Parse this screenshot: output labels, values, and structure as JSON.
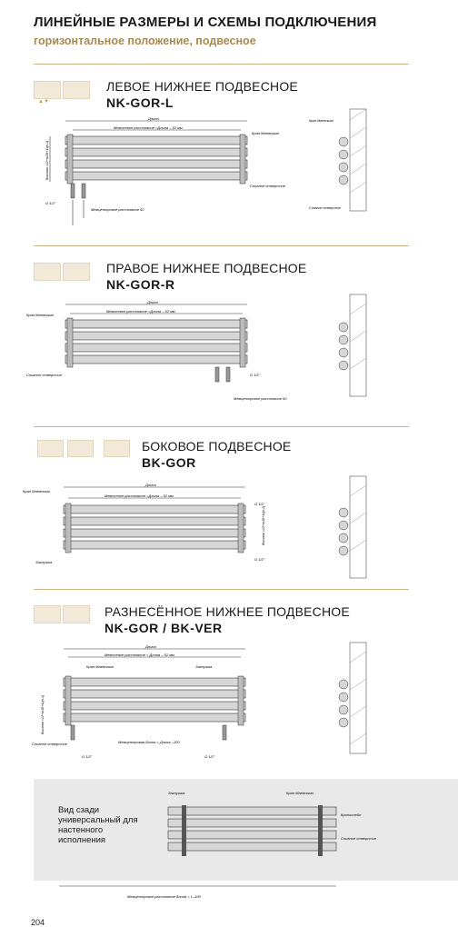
{
  "header": {
    "title": "ЛИНЕЙНЫЕ РАЗМЕРЫ И СХЕМЫ ПОДКЛЮЧЕНИЯ",
    "subtitle": "горизонтальное положение, подвесное"
  },
  "sections": [
    {
      "heading": "ЛЕВОЕ НИЖНЕЕ ПОДВЕСНОЕ",
      "code": "NK-GOR-L"
    },
    {
      "heading": "ПРАВОЕ НИЖНЕЕ ПОДВЕСНОЕ",
      "code": "NK-GOR-R"
    },
    {
      "heading": "БОКОВОЕ ПОДВЕСНОЕ",
      "code": "BK-GOR"
    },
    {
      "heading": "РАЗНЕСЁННОЕ НИЖНЕЕ ПОДВЕСНОЕ",
      "code": "NK-GOR / BK-VER"
    }
  ],
  "drawing_labels": {
    "length": "Длина",
    "axis": "Межосевое расстояние =Длина – 52 мм",
    "axis_short": "Межосевое расстояние = Длина – 52 мм",
    "height": "Высота =12+n•36+4•(n-1)",
    "mayevsky": "Кран Маевского",
    "drain": "Сливное отверстие",
    "plug": "Заглушка",
    "bracket": "Кронштейн",
    "thread": "G 1/2\"",
    "axis_50": "Межцентровое расстояние 50",
    "axis_inner": "Межцентровая длина = Длина –100",
    "axis_bottom": "Межцентровое расстояние длина = L–100"
  },
  "back_view": {
    "text": "Вид сзади универсальный для настенного исполнения"
  },
  "page": {
    "number": "204"
  },
  "colors": {
    "accent": "#a88b4f",
    "tile": "#f3e9d9",
    "panel": "#e9e9e9"
  }
}
